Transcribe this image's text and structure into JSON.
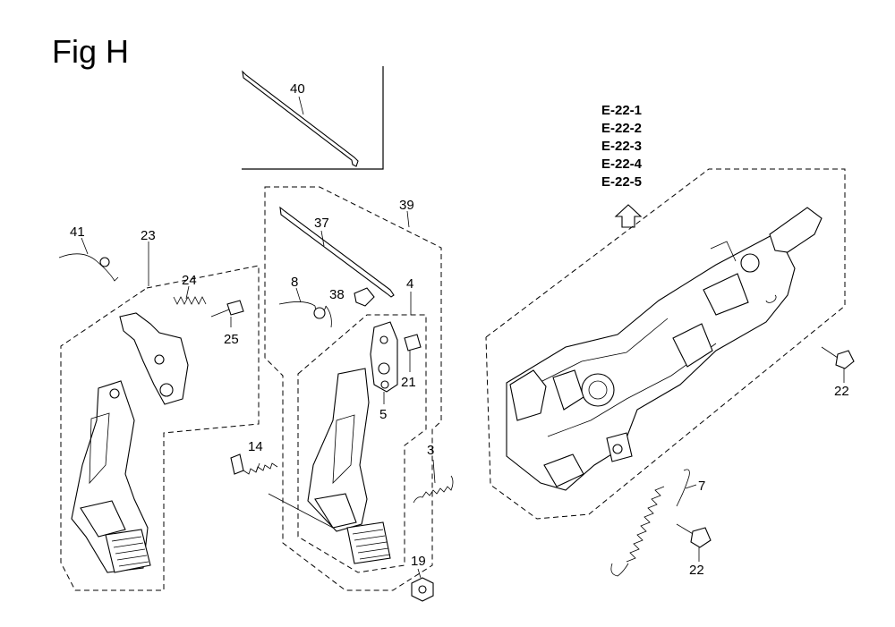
{
  "figure": {
    "title": "Fig H"
  },
  "references": [
    "E-22-1",
    "E-22-2",
    "E-22-3",
    "E-22-4",
    "E-22-5"
  ],
  "callouts": {
    "c40": "40",
    "c41": "41",
    "c23": "23",
    "c24": "24",
    "c25": "25",
    "c37": "37",
    "c39": "39",
    "c8": "8",
    "c38": "38",
    "c4": "4",
    "c21": "21",
    "c5": "5",
    "c14": "14",
    "c3": "3",
    "c19": "19",
    "c7": "7",
    "c22a": "22",
    "c22b": "22"
  }
}
